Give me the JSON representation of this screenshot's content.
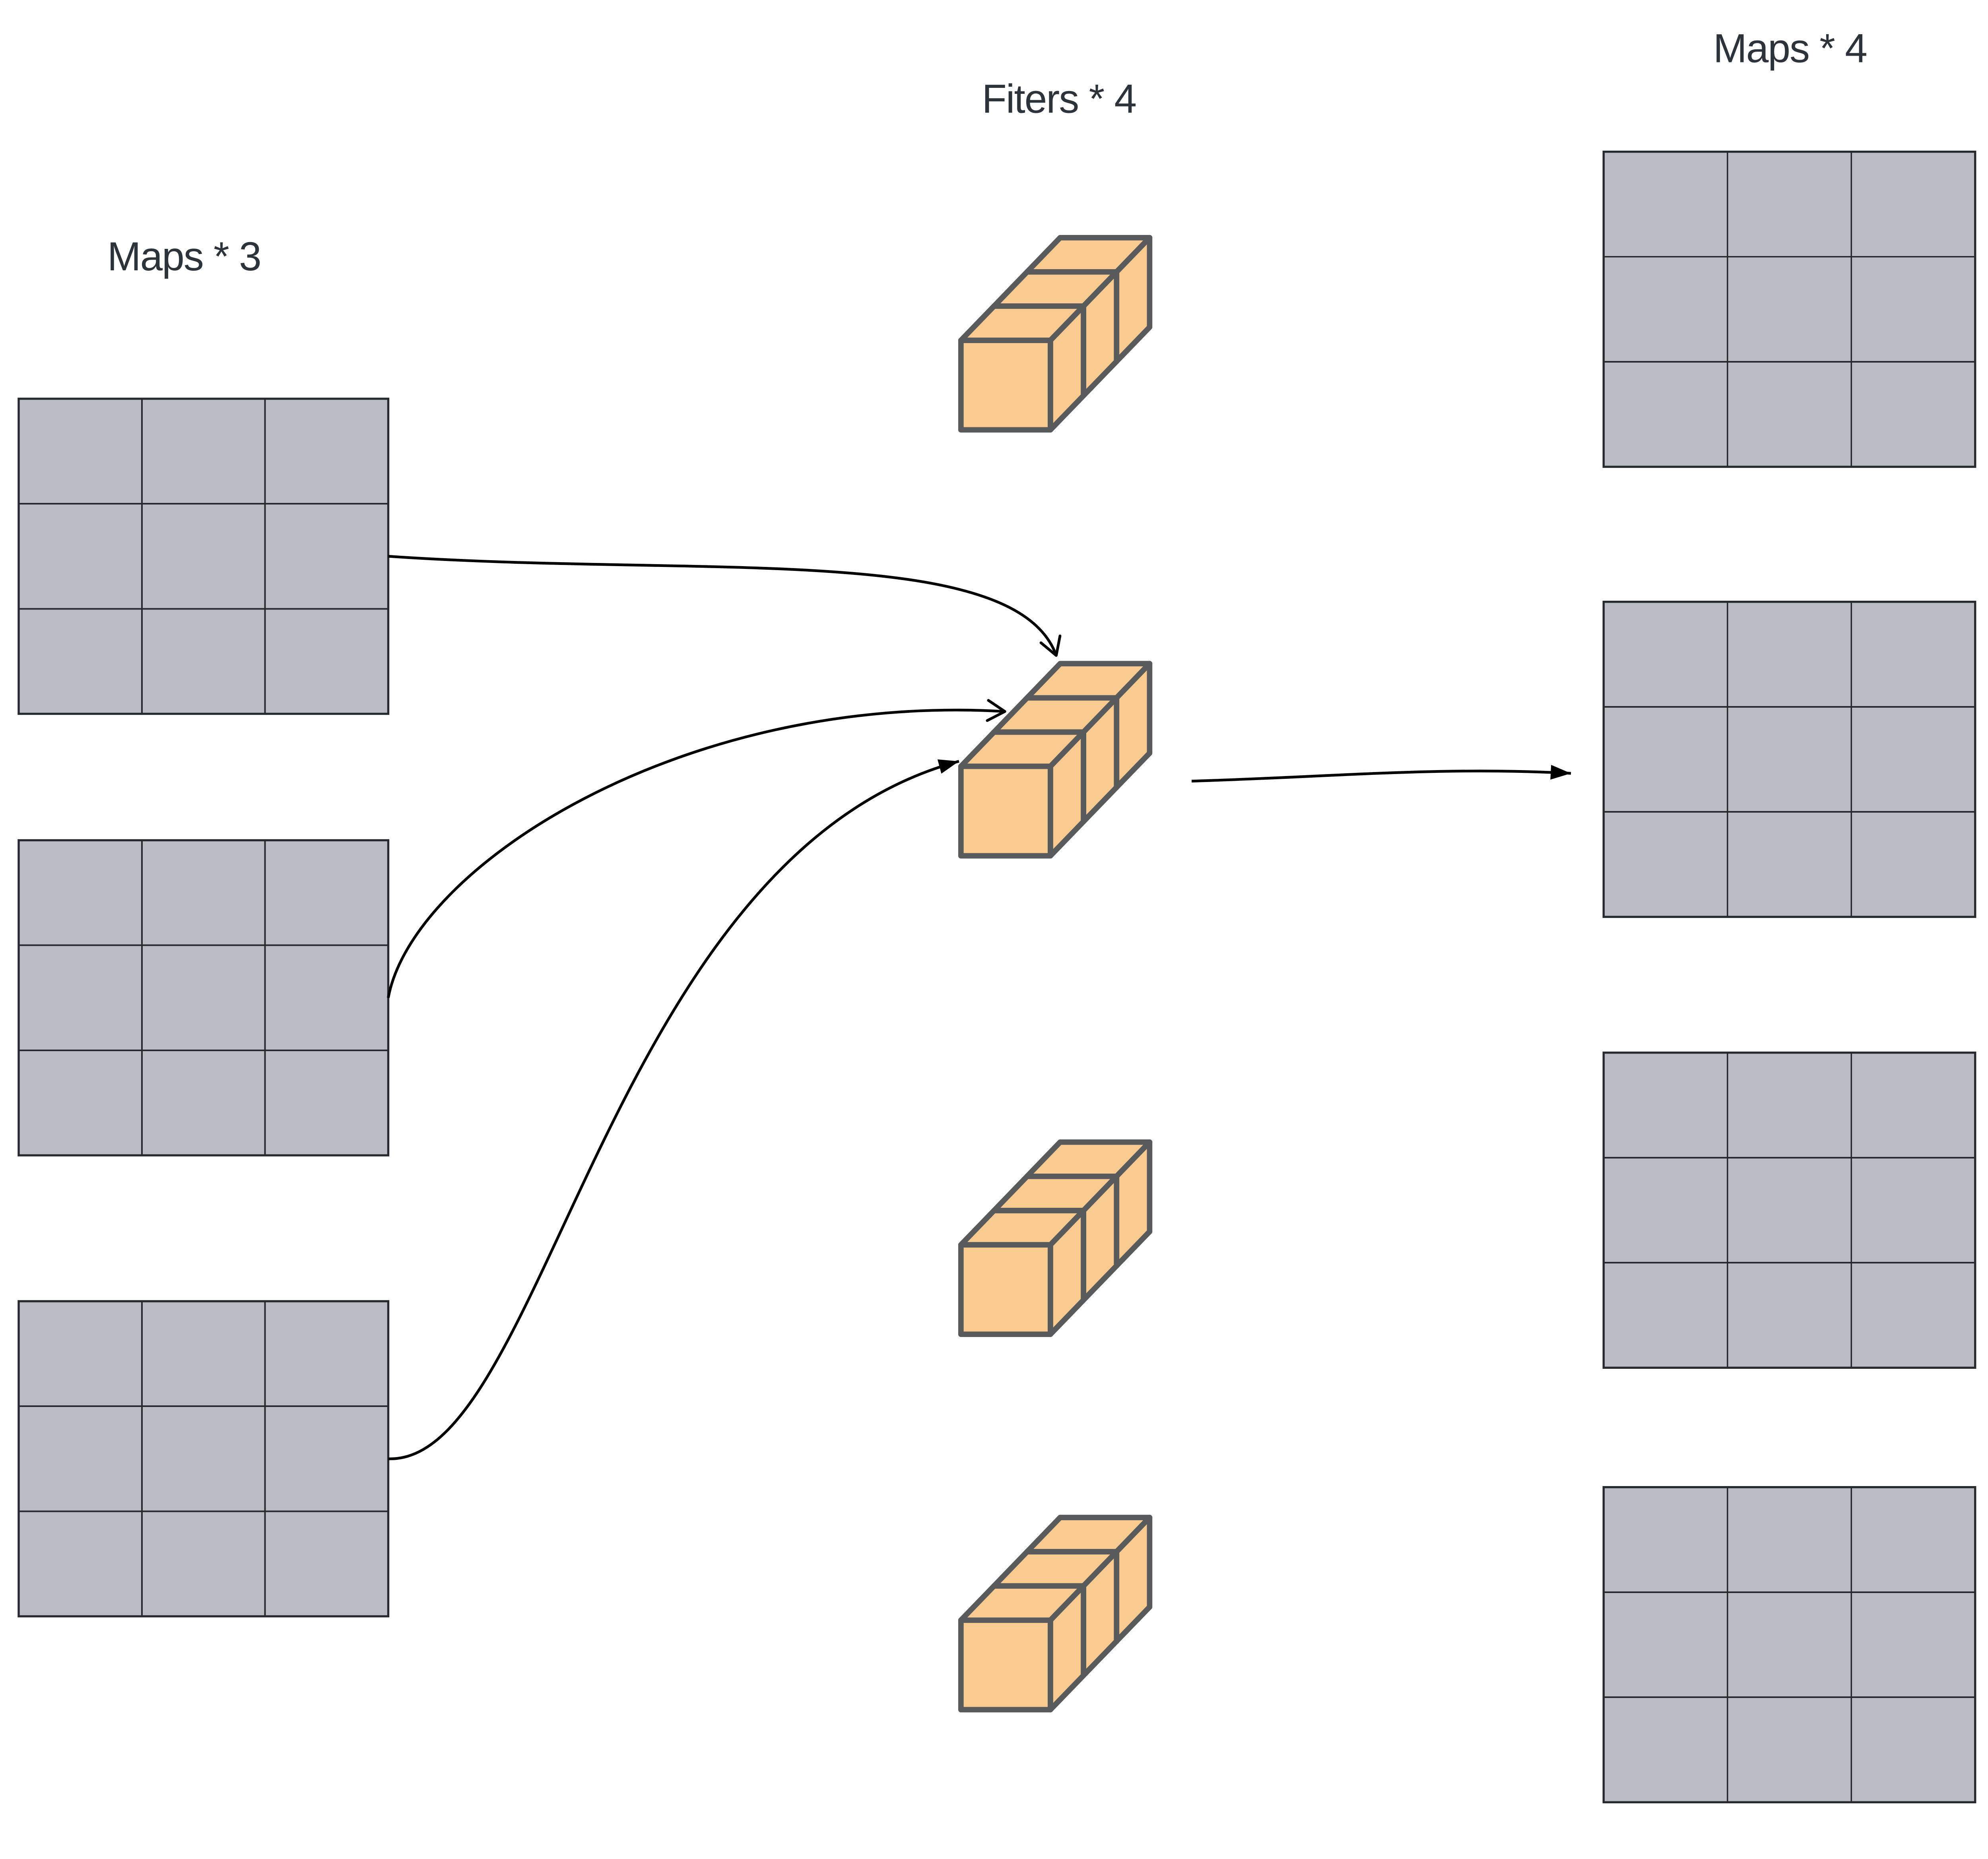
{
  "diagram": {
    "background": "#ffffff",
    "labels": {
      "left_maps": "Maps * 3",
      "filters": "Fiters * 4",
      "right_maps": "Maps * 4"
    },
    "left_maps": {
      "count": 3,
      "grid_rows": 3,
      "grid_cols": 3
    },
    "filters": {
      "count": 4,
      "cubes_per_filter": 3
    },
    "right_maps": {
      "count": 4,
      "grid_rows": 3,
      "grid_cols": 3
    },
    "connections": [
      {
        "from": "left-map-1",
        "to": "filter-2",
        "head": "open"
      },
      {
        "from": "left-map-2",
        "to": "filter-2",
        "head": "open"
      },
      {
        "from": "left-map-3",
        "to": "filter-2",
        "head": "filled"
      },
      {
        "from": "filter-2",
        "to": "right-map-2",
        "head": "filled"
      }
    ],
    "colors": {
      "map_fill": "#b9bdc3",
      "map_stroke": "#26292e",
      "filter_fill": "#facb90",
      "filter_stroke": "#595a5c",
      "arrow": "#000000",
      "label_text": "#2d333a"
    }
  }
}
